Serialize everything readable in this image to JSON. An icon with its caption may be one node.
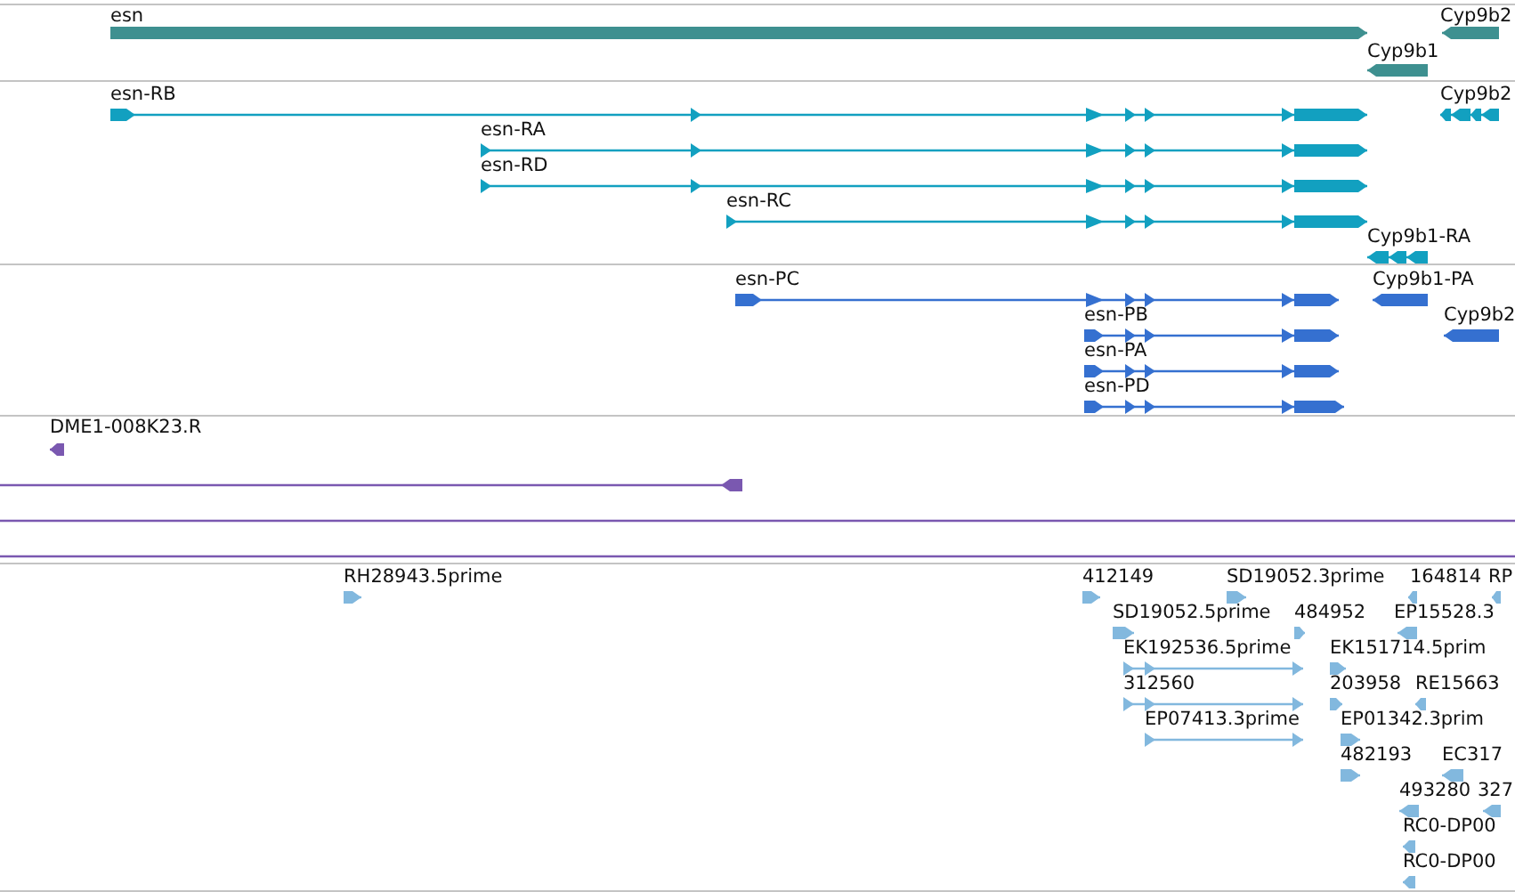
{
  "diagram": {
    "labels": [
      "esn",
      "Cyp9b2",
      "Cyp9b1",
      "esn-RB",
      "Cyp9b2",
      "esn-RA",
      "esn-RD",
      "esn-RC",
      "Cyp9b1-RA",
      "esn-PC",
      "Cyp9b1-PA",
      "esn-PB",
      "Cyp9b2",
      "esn-PA",
      "esn-PD",
      "DME1-008K23.R",
      "RH28943.5prime",
      "412149",
      "SD19052.3prime",
      "164814",
      "RP",
      "SD19052.5prime",
      "484952",
      "EP15528.3",
      "EK192536.5prime",
      "EK151714.5prim",
      "312560",
      "203958",
      "RE15663",
      "EP07413.3prime",
      "EP01342.3prim",
      "482193",
      "EC317",
      "493280",
      "327",
      "RC0-DP00",
      "RC0-DP00"
    ]
  }
}
